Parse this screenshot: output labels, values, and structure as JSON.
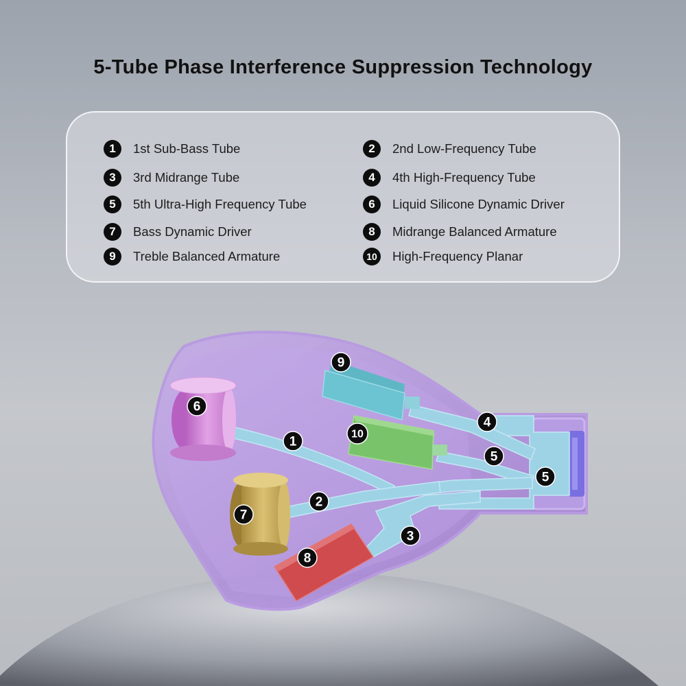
{
  "title": "5-Tube Phase Interference Suppression Technology",
  "legend": [
    {
      "num": "1",
      "label": "1st Sub-Bass Tube"
    },
    {
      "num": "2",
      "label": "2nd Low-Frequency Tube"
    },
    {
      "num": "3",
      "label": "3rd Midrange Tube"
    },
    {
      "num": "4",
      "label": "4th High-Frequency Tube"
    },
    {
      "num": "5",
      "label": "5th Ultra-High Frequency Tube"
    },
    {
      "num": "6",
      "label": "Liquid Silicone Dynamic Driver"
    },
    {
      "num": "7",
      "label": "Bass Dynamic Driver"
    },
    {
      "num": "8",
      "label": "Midrange Balanced Armature"
    },
    {
      "num": "9",
      "label": "Treble Balanced Armature"
    },
    {
      "num": "10",
      "label": "High-Frequency Planar"
    }
  ],
  "callouts": [
    {
      "num": "9"
    },
    {
      "num": "6"
    },
    {
      "num": "1"
    },
    {
      "num": "10"
    },
    {
      "num": "4"
    },
    {
      "num": "5"
    },
    {
      "num": "5"
    },
    {
      "num": "2"
    },
    {
      "num": "7"
    },
    {
      "num": "3"
    },
    {
      "num": "8"
    }
  ],
  "colors": {
    "shell": "#a98ad6",
    "tube": "#9ed3e6",
    "driver_6": "#d27fd8",
    "driver_7": "#c8a74f",
    "driver_8": "#cf4b4e",
    "driver_9": "#6cc3d2",
    "driver_10": "#79c36a",
    "nozzle_filter": "#7a6fe0"
  }
}
